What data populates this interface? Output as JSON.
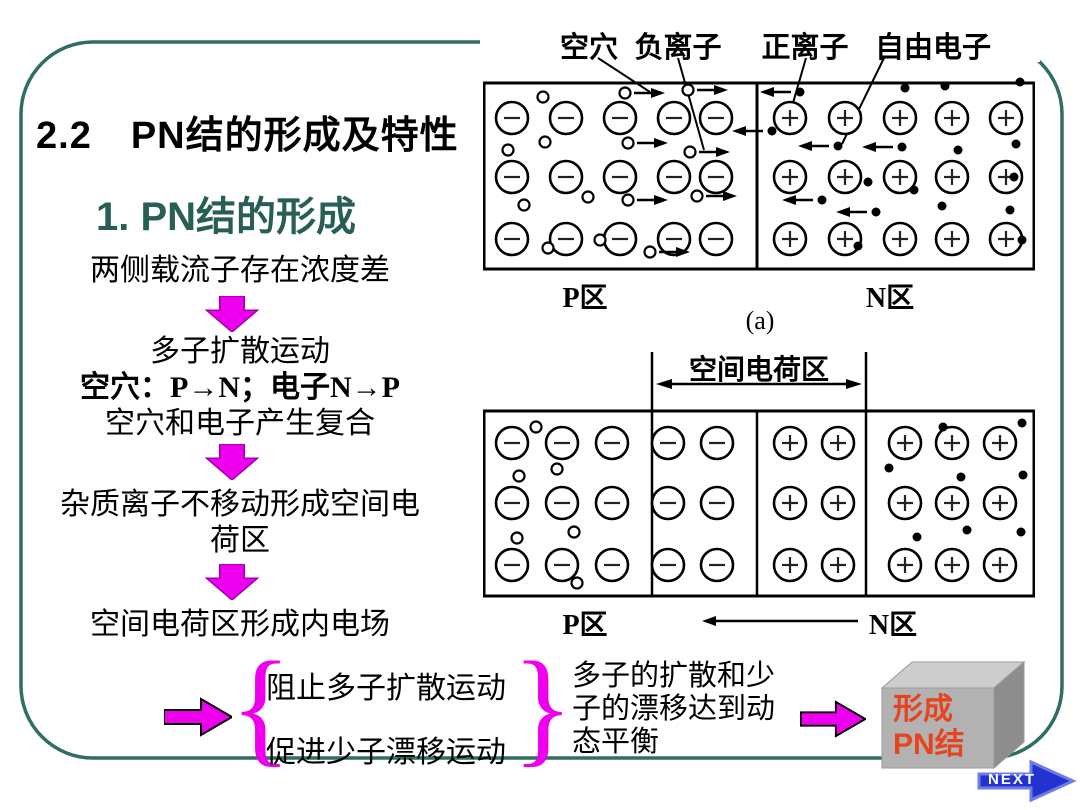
{
  "slide": {
    "title": "2.2　PN结的形成及特性",
    "subtitle": "1.  PN结的形成"
  },
  "flow": {
    "step1": "两侧载流子存在浓度差",
    "step2_line1": "多子扩散运动",
    "step2_line2": "空穴：P→N；电子N→P",
    "step2_line3": "空穴和电子产生复合",
    "step3": "杂质离子不移动形成空间电\n荷区",
    "step4": "空间电荷区形成内电场"
  },
  "conclusion": {
    "brace_open_glyph": "{",
    "brace_close_glyph": "}",
    "brace_top": "阻止多子扩散运动",
    "brace_bottom": "促进少子漂移运动",
    "balance": "多子的扩散和少\n子的漂移达到动\n态平衡",
    "result": "形成\nPN结",
    "next_label": "NEXT"
  },
  "diagram_a": {
    "legend": {
      "hole": "空穴",
      "negative_ion": "负离子",
      "positive_ion": "正离子",
      "free_electron": "自由电子"
    },
    "p_region": "P区",
    "n_region": "N区",
    "caption": "(a)"
  },
  "diagram_b": {
    "space_charge_label": "空间电荷区",
    "p_region": "P区",
    "n_region": "N区"
  },
  "colors": {
    "frame": "#2e6e65",
    "accent": "#ee00ee",
    "subtitle": "#295e54",
    "result": "#e8431f",
    "nextfill": "#2433d0",
    "nextedge": "#6e7ce8"
  }
}
